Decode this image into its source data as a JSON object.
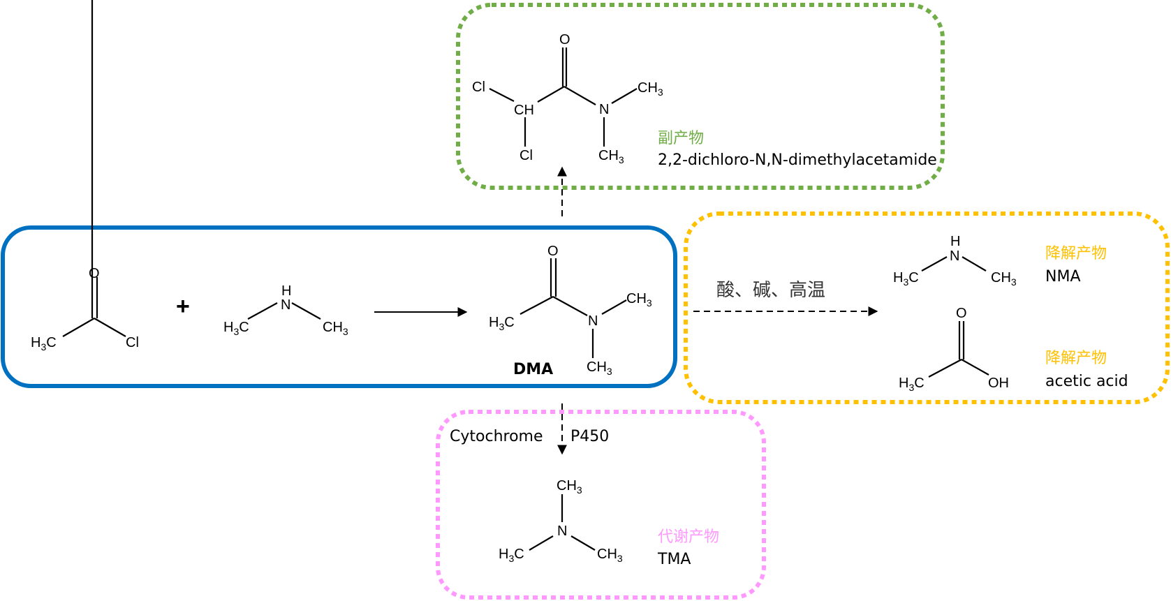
{
  "colors": {
    "main_box": "#0070C0",
    "byproduct_box": "#70AD47",
    "degradation_box": "#FFC000",
    "metabolite_box": "#FF99FF",
    "byproduct_label": "#70AD47",
    "degradation_label": "#FFC000",
    "metabolite_label": "#FF99FF"
  },
  "reaction": {
    "reactant1": {
      "name": "acetyl chloride",
      "atoms": {
        "o": "O",
        "h3c_h": "H",
        "h3c_3": "3",
        "h3c_c": "C",
        "cl": "Cl"
      }
    },
    "plus": "+",
    "reactant2": {
      "name": "dimethylamine",
      "atoms": {
        "h": "H",
        "n": "N",
        "h3c_h": "H",
        "h3c_3": "3",
        "h3c_c": "C",
        "ch3_c": "CH",
        "ch3_3": "3"
      }
    },
    "product": {
      "name": "DMA",
      "label": "DMA",
      "atoms": {
        "o": "O",
        "h3c_h": "H",
        "h3c_3": "3",
        "h3c_c": "C",
        "n": "N",
        "ch3a": "CH",
        "ch3a_3": "3",
        "ch3b": "CH",
        "ch3b_3": "3"
      }
    }
  },
  "byproduct": {
    "category": "副产物",
    "name": "2,2-dichloro-N,N-dimethylacetamide",
    "atoms": {
      "o": "O",
      "cl1": "Cl",
      "ch": "CH",
      "cl2": "Cl",
      "n": "N",
      "ch3a": "CH",
      "ch3a_3": "3",
      "ch3b": "CH",
      "ch3b_3": "3"
    }
  },
  "degradation": {
    "condition": "酸、碱、高温",
    "products": [
      {
        "category": "降解产物",
        "name": "NMA",
        "atoms": {
          "h": "H",
          "n": "N",
          "h3c_h": "H",
          "h3c_3": "3",
          "h3c_c": "C",
          "ch3": "CH",
          "ch3_3": "3"
        }
      },
      {
        "category": "降解产物",
        "name": "acetic acid",
        "atoms": {
          "o": "O",
          "h3c_h": "H",
          "h3c_3": "3",
          "h3c_c": "C",
          "oh": "OH"
        }
      }
    ]
  },
  "metabolism": {
    "enzyme_left": "Cytochrome",
    "enzyme_right": "P450",
    "category": "代谢产物",
    "name": "TMA",
    "atoms": {
      "ch3top": "CH",
      "ch3top_3": "3",
      "n": "N",
      "h3c_h": "H",
      "h3c_3": "3",
      "h3c_c": "C",
      "ch3r": "CH",
      "ch3r_3": "3"
    }
  }
}
